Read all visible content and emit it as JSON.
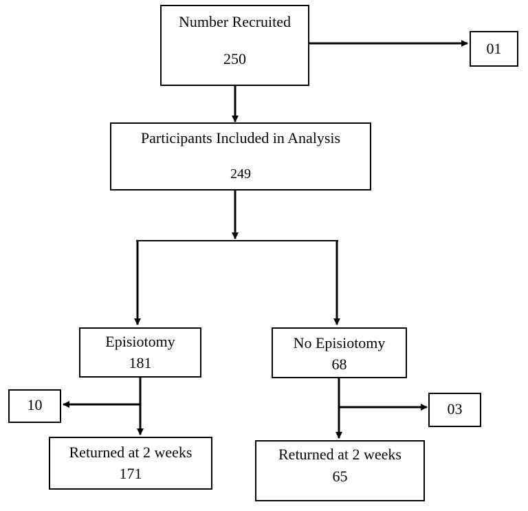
{
  "nodes": {
    "recruited": {
      "label": "Number Recruited",
      "value": "250"
    },
    "excluded_initial": {
      "value": "01"
    },
    "analysis": {
      "label": "Participants Included in Analysis",
      "value": "249"
    },
    "episiotomy": {
      "label": "Episiotomy",
      "value": "181"
    },
    "no_episiotomy": {
      "label": "No Episiotomy",
      "value": "68"
    },
    "episiotomy_lost": {
      "value": "10"
    },
    "no_episiotomy_lost": {
      "value": "03"
    },
    "episiotomy_returned": {
      "label": "Returned at 2 weeks",
      "value": "171"
    },
    "no_episiotomy_returned": {
      "label": "Returned at 2 weeks",
      "value": "65"
    }
  },
  "colors": {
    "line": "#000000",
    "box_border": "#000000",
    "background": "#ffffff"
  }
}
